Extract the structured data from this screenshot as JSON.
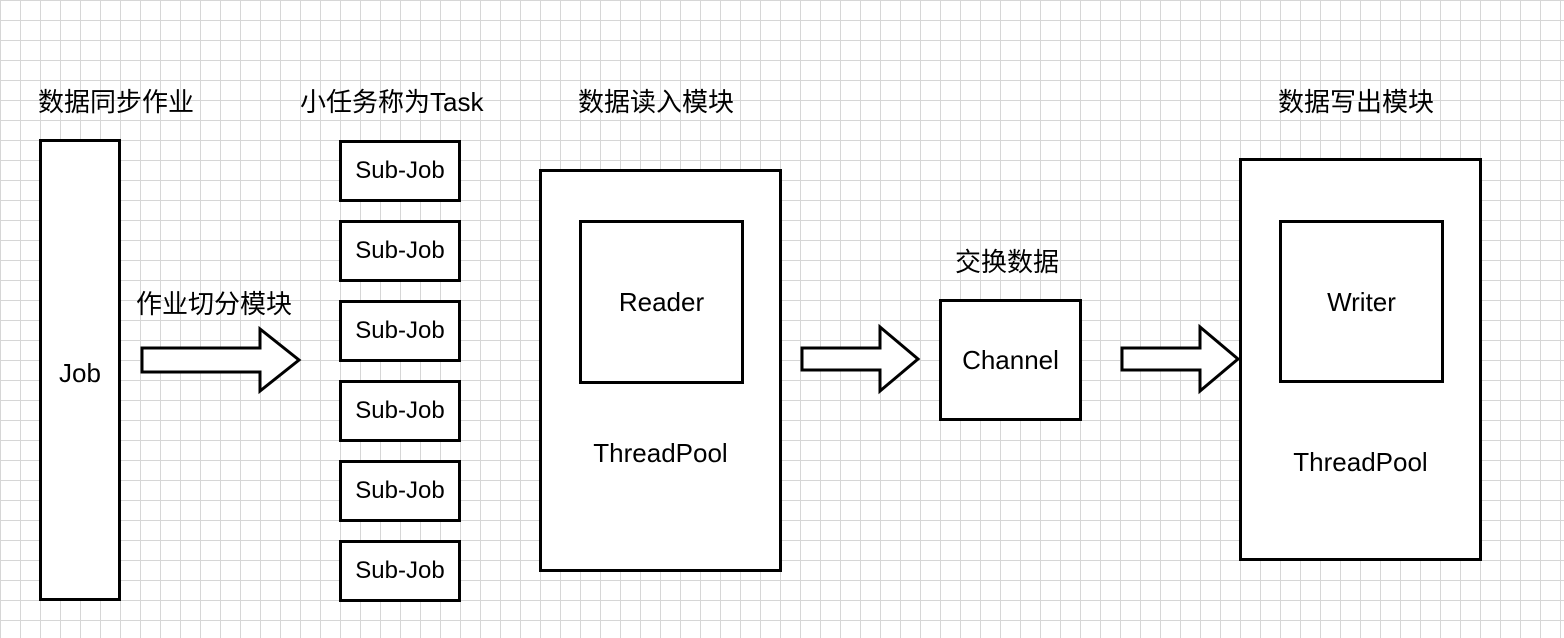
{
  "labels": {
    "job_section": "数据同步作业",
    "task_section": "小任务称为Task",
    "reader_section": "数据读入模块",
    "writer_section": "数据写出模块",
    "split_module": "作业切分模块",
    "exchange": "交换数据"
  },
  "job": {
    "label": "Job"
  },
  "subjobs": [
    {
      "label": "Sub-Job"
    },
    {
      "label": "Sub-Job"
    },
    {
      "label": "Sub-Job"
    },
    {
      "label": "Sub-Job"
    },
    {
      "label": "Sub-Job"
    },
    {
      "label": "Sub-Job"
    }
  ],
  "reader_pool": {
    "inner_label": "Reader",
    "pool_label": "ThreadPool"
  },
  "channel": {
    "label": "Channel"
  },
  "writer_pool": {
    "inner_label": "Writer",
    "pool_label": "ThreadPool"
  },
  "colors": {
    "stroke": "#000000",
    "fill": "#ffffff",
    "grid": "#d6d6d6"
  }
}
